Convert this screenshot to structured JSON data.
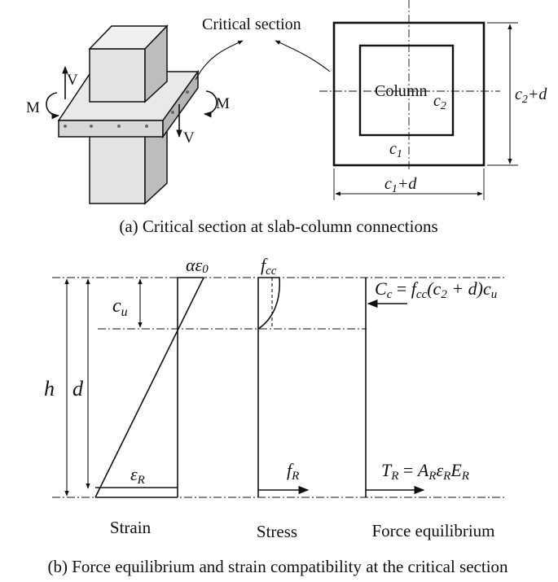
{
  "figure": {
    "part_a": {
      "critical_section_label": "Critical section",
      "load_v_top": "V",
      "load_v_bottom": "V",
      "moment_left": "M",
      "moment_right": "M",
      "column_label": "Column",
      "dim_c1": "c",
      "dim_c1_sub": "1",
      "dim_c2": "c",
      "dim_c2_sub": "2",
      "dim_c1d_c": "c",
      "dim_c1d_sub": "1",
      "dim_c1d_rest": "+d",
      "dim_c2d_c": "c",
      "dim_c2d_sub": "2",
      "dim_c2d_rest": "+d",
      "caption": "(a) Critical section at slab-column connections"
    },
    "part_b": {
      "alpha_eps0": "αε",
      "alpha_eps0_sub": "0",
      "fcc": "f",
      "fcc_sub": "cc",
      "cu": "c",
      "cu_sub": "u",
      "h": "h",
      "d": "d",
      "eps_r": "ε",
      "eps_r_sub": "R",
      "fr": "f",
      "fr_sub": "R",
      "cc_eq": {
        "lhs": "C",
        "lhs_sub": "c",
        "eq": " = ",
        "f": "f",
        "f_sub": "cc",
        "paren": "(c",
        "c2_sub": "2",
        "plus_d": " + d)c",
        "cu_sub": "u"
      },
      "tr_eq": {
        "lhs": "T",
        "lhs_sub": "R",
        "eq": " = ",
        "a": "A",
        "a_sub": "R",
        "eps": "ε",
        "eps_sub": "R",
        "e": "E",
        "e_sub": "R"
      },
      "label_strain": "Strain",
      "label_stress": "Stress",
      "label_force": "Force equilibrium",
      "caption": "(b) Force equilibrium and strain compatibility at the critical section"
    }
  }
}
